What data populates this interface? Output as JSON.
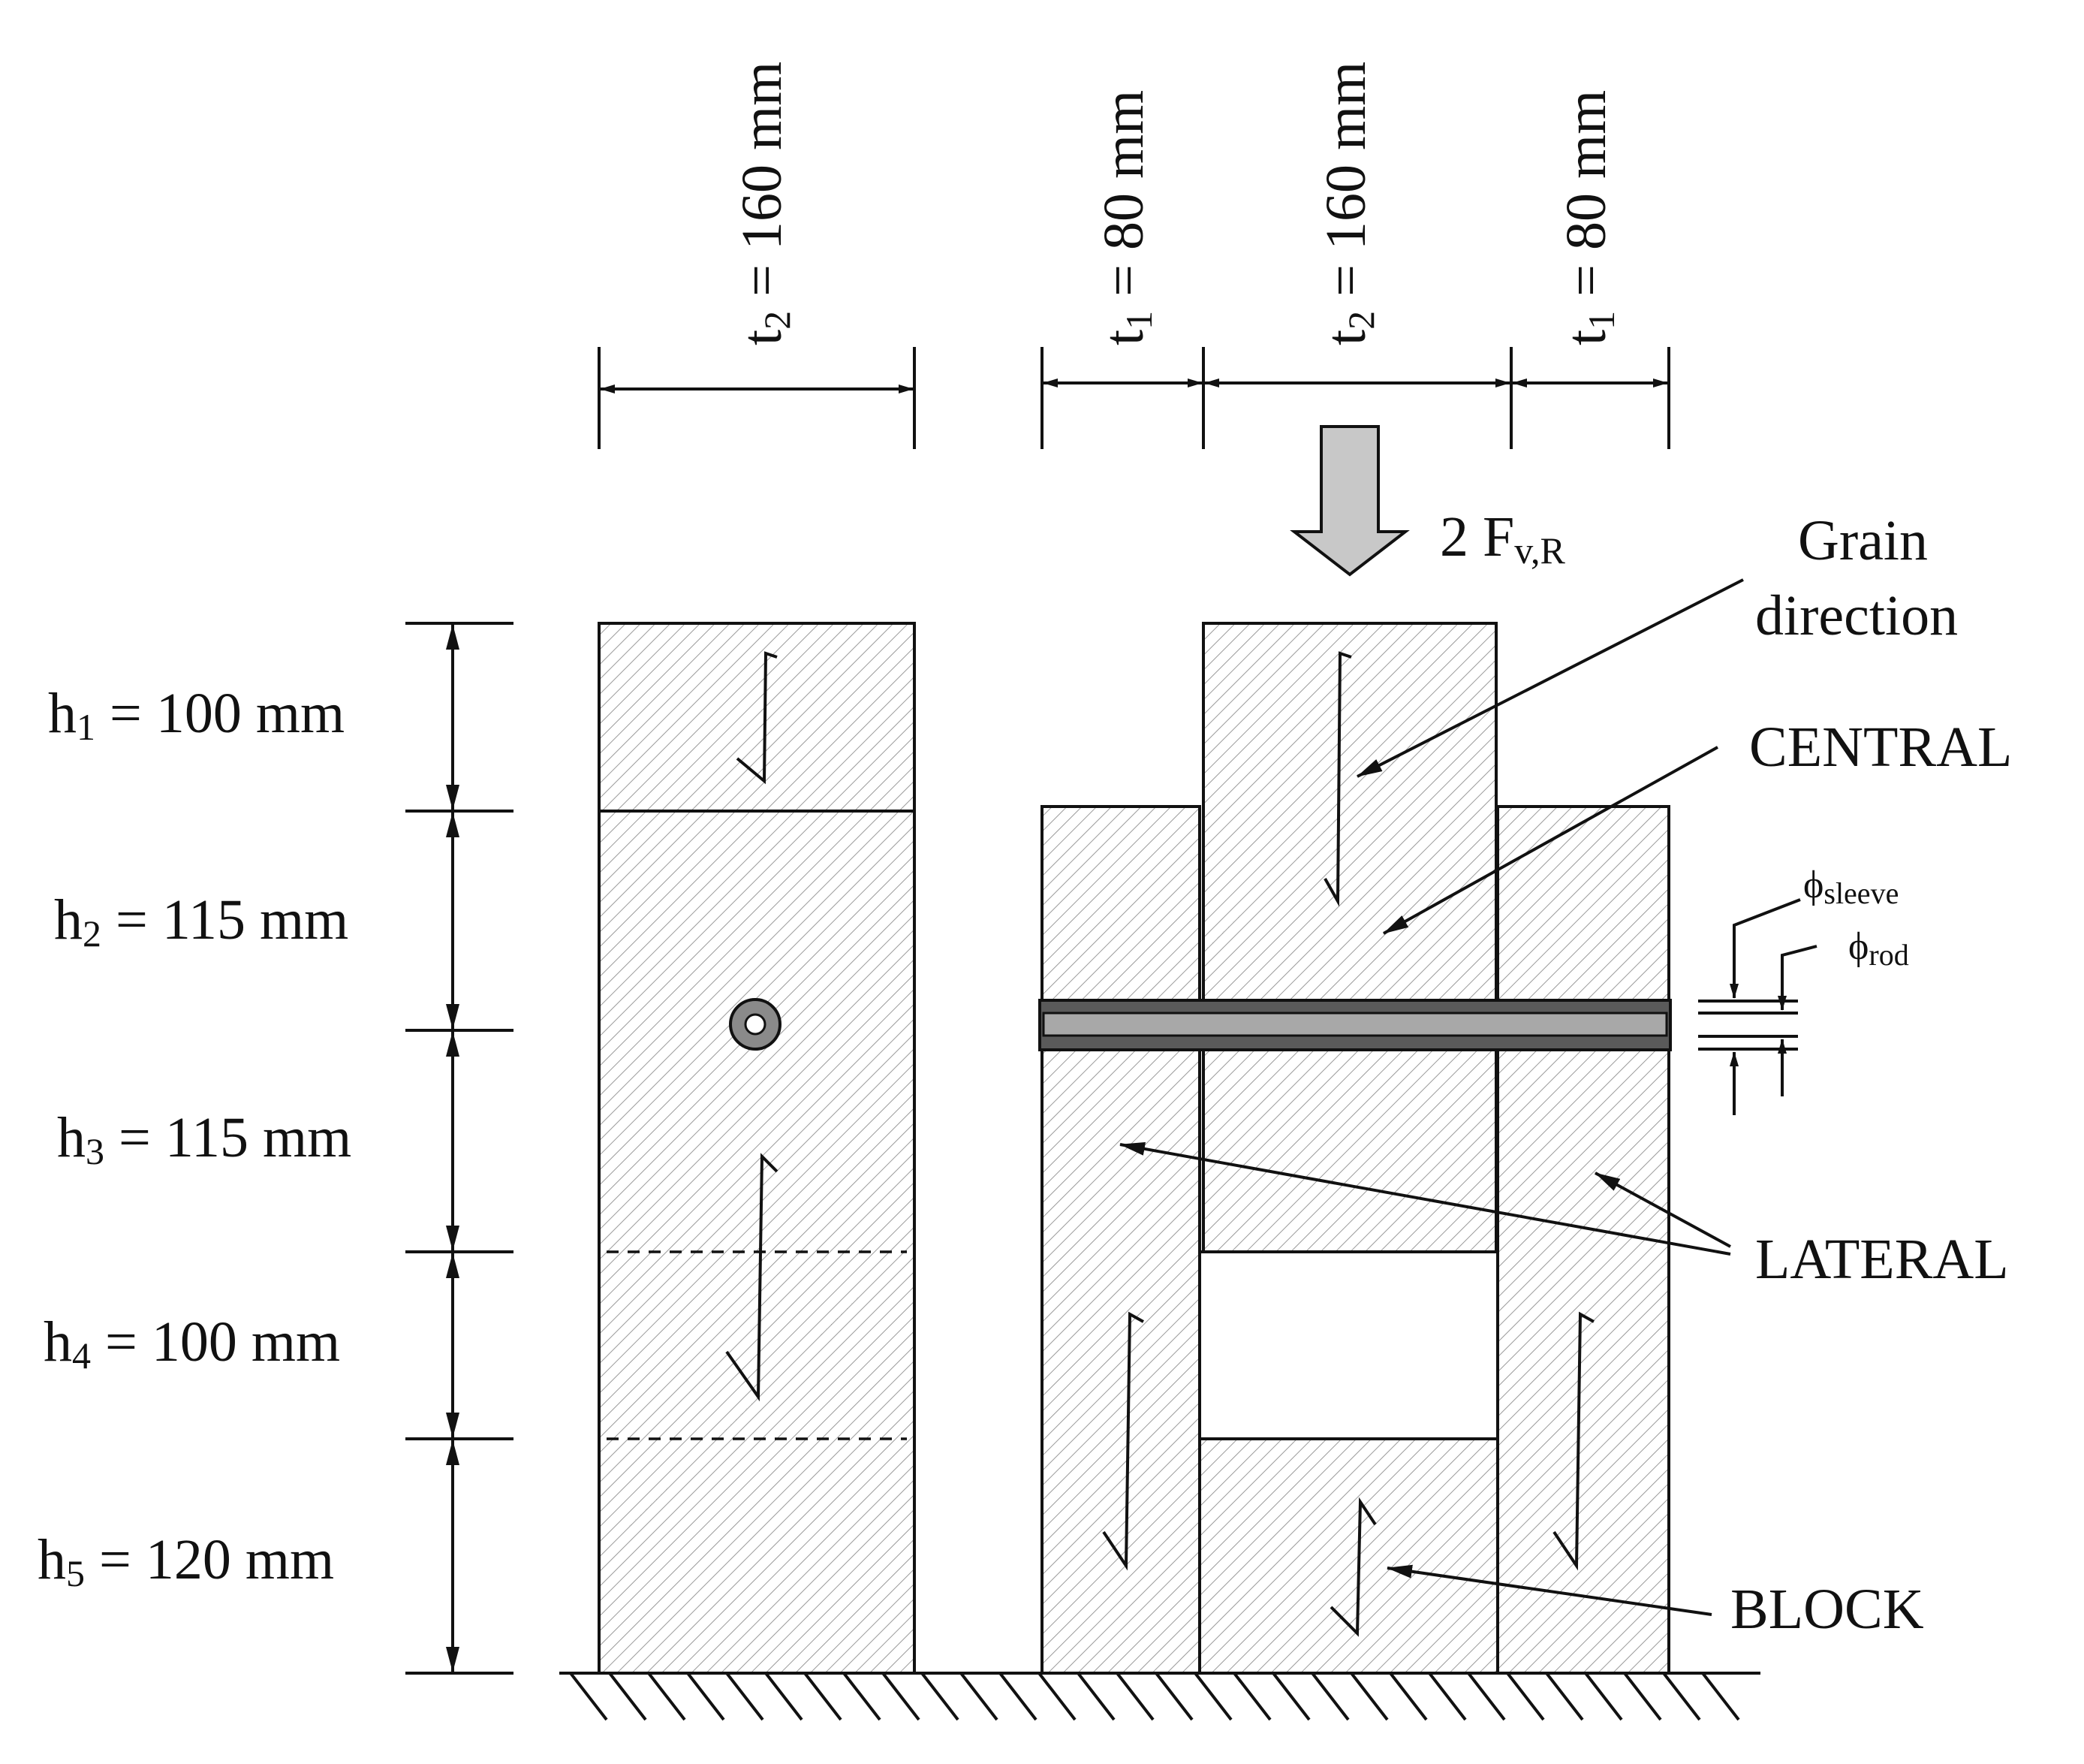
{
  "widths": {
    "left_t2": {
      "sym": "t",
      "sub": "2",
      "rest": " = 160 mm"
    },
    "t1_a": {
      "sym": "t",
      "sub": "1",
      "rest": " = 80 mm"
    },
    "t2_b": {
      "sym": "t",
      "sub": "2",
      "rest": " = 160 mm"
    },
    "t1_c": {
      "sym": "t",
      "sub": "1",
      "rest": " = 80 mm"
    }
  },
  "heights": [
    {
      "sym": "h",
      "sub": "1",
      "rest": " = 100 mm"
    },
    {
      "sym": "h",
      "sub": "2",
      "rest": " = 115 mm"
    },
    {
      "sym": "h",
      "sub": "3",
      "rest": " = 115 mm"
    },
    {
      "sym": "h",
      "sub": "4",
      "rest": " = 100 mm"
    },
    {
      "sym": "h",
      "sub": "5",
      "rest": " = 120 mm"
    }
  ],
  "load": {
    "prefix": "2 F",
    "sub": "v,R"
  },
  "labels": {
    "grain_line1": "Grain",
    "grain_line2": "direction",
    "central": "CENTRAL",
    "lateral": "LATERAL",
    "block": "BLOCK"
  },
  "diameters": {
    "sleeve": {
      "sym": "ϕ",
      "sub": "sleeve"
    },
    "rod": {
      "sym": "ϕ",
      "sub": "rod"
    }
  },
  "colors": {
    "line": "#111111",
    "hatch": "#8a8a8a",
    "rod_fill": "#9a9a9a",
    "rod_dark": "#555555",
    "arrow_fill": "#c8c8c8"
  }
}
